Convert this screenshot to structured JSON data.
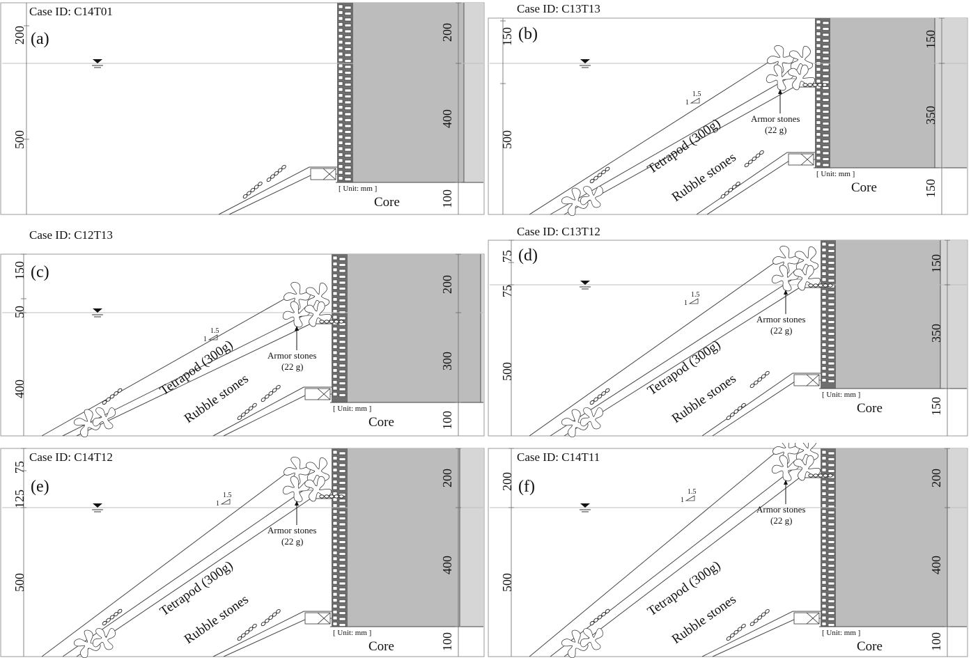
{
  "figure": {
    "colors": {
      "background": "#ffffff",
      "caisson_dark": "#bcbcbc",
      "caisson_light": "#d6d6d6",
      "line": "#444444",
      "water_line": "#bdbdbd"
    },
    "icons": [
      "water-level-icon",
      "tetrapod-icon",
      "slope-indicator-icon",
      "arrow-icon"
    ],
    "panels": [
      {
        "case_id": "Case ID: C14T01",
        "letter": "(a)",
        "left_dims": [
          "200",
          "500"
        ],
        "right_dims": [
          "200",
          "400",
          "100"
        ],
        "unit": "[ Unit: mm ]",
        "core": "Core"
      },
      {
        "case_id": "Case ID: C13T13",
        "letter": "(b)",
        "left_dims": [
          "150",
          "500"
        ],
        "right_dims": [
          "150",
          "350",
          "150"
        ],
        "slope": [
          "1.5",
          "1"
        ],
        "tetrapod": "Tetrapod (300g)",
        "rubble": "Rubble stones",
        "armor": [
          "Armor stones",
          "(22 g)"
        ],
        "unit": "[ Unit: mm ]",
        "core": "Core"
      },
      {
        "case_id": "Case ID: C12T13",
        "letter": "(c)",
        "left_dims": [
          "150",
          "50",
          "400"
        ],
        "right_dims": [
          "200",
          "300",
          "100"
        ],
        "slope": [
          "1.5",
          "1"
        ],
        "tetrapod": "Tetrapod (300g)",
        "rubble": "Rubble stones",
        "armor": [
          "Armor stones",
          "(22 g)"
        ],
        "unit": "[ Unit: mm ]",
        "core": "Core"
      },
      {
        "case_id": "Case ID: C13T12",
        "letter": "(d)",
        "left_dims": [
          "75",
          "75",
          "500"
        ],
        "right_dims": [
          "150",
          "350",
          "150"
        ],
        "slope": [
          "1.5",
          "1"
        ],
        "tetrapod": "Tetrapod (300g)",
        "rubble": "Rubble stones",
        "armor": [
          "Armor stones",
          "(22 g)"
        ],
        "unit": "[ Unit: mm ]",
        "core": "Core"
      },
      {
        "case_id": "Case ID: C14T12",
        "letter": "(e)",
        "left_dims": [
          "75",
          "125",
          "500"
        ],
        "right_dims": [
          "200",
          "400",
          "100"
        ],
        "slope": [
          "1.5",
          "1"
        ],
        "tetrapod": "Tetrapod (300g)",
        "rubble": "Rubble stones",
        "armor": [
          "Armor stones",
          "(22 g)"
        ],
        "unit": "[ Unit: mm ]",
        "core": "Core"
      },
      {
        "case_id": "Case ID: C14T11",
        "letter": "(f)",
        "left_dims": [
          "200",
          "500"
        ],
        "right_dims": [
          "200",
          "400",
          "100"
        ],
        "slope": [
          "1.5",
          "1"
        ],
        "tetrapod": "Tetrapod (300g)",
        "rubble": "Rubble stones",
        "armor": [
          "Armor stones",
          "(22 g)"
        ],
        "unit": "[ Unit: mm ]",
        "core": "Core"
      }
    ]
  }
}
